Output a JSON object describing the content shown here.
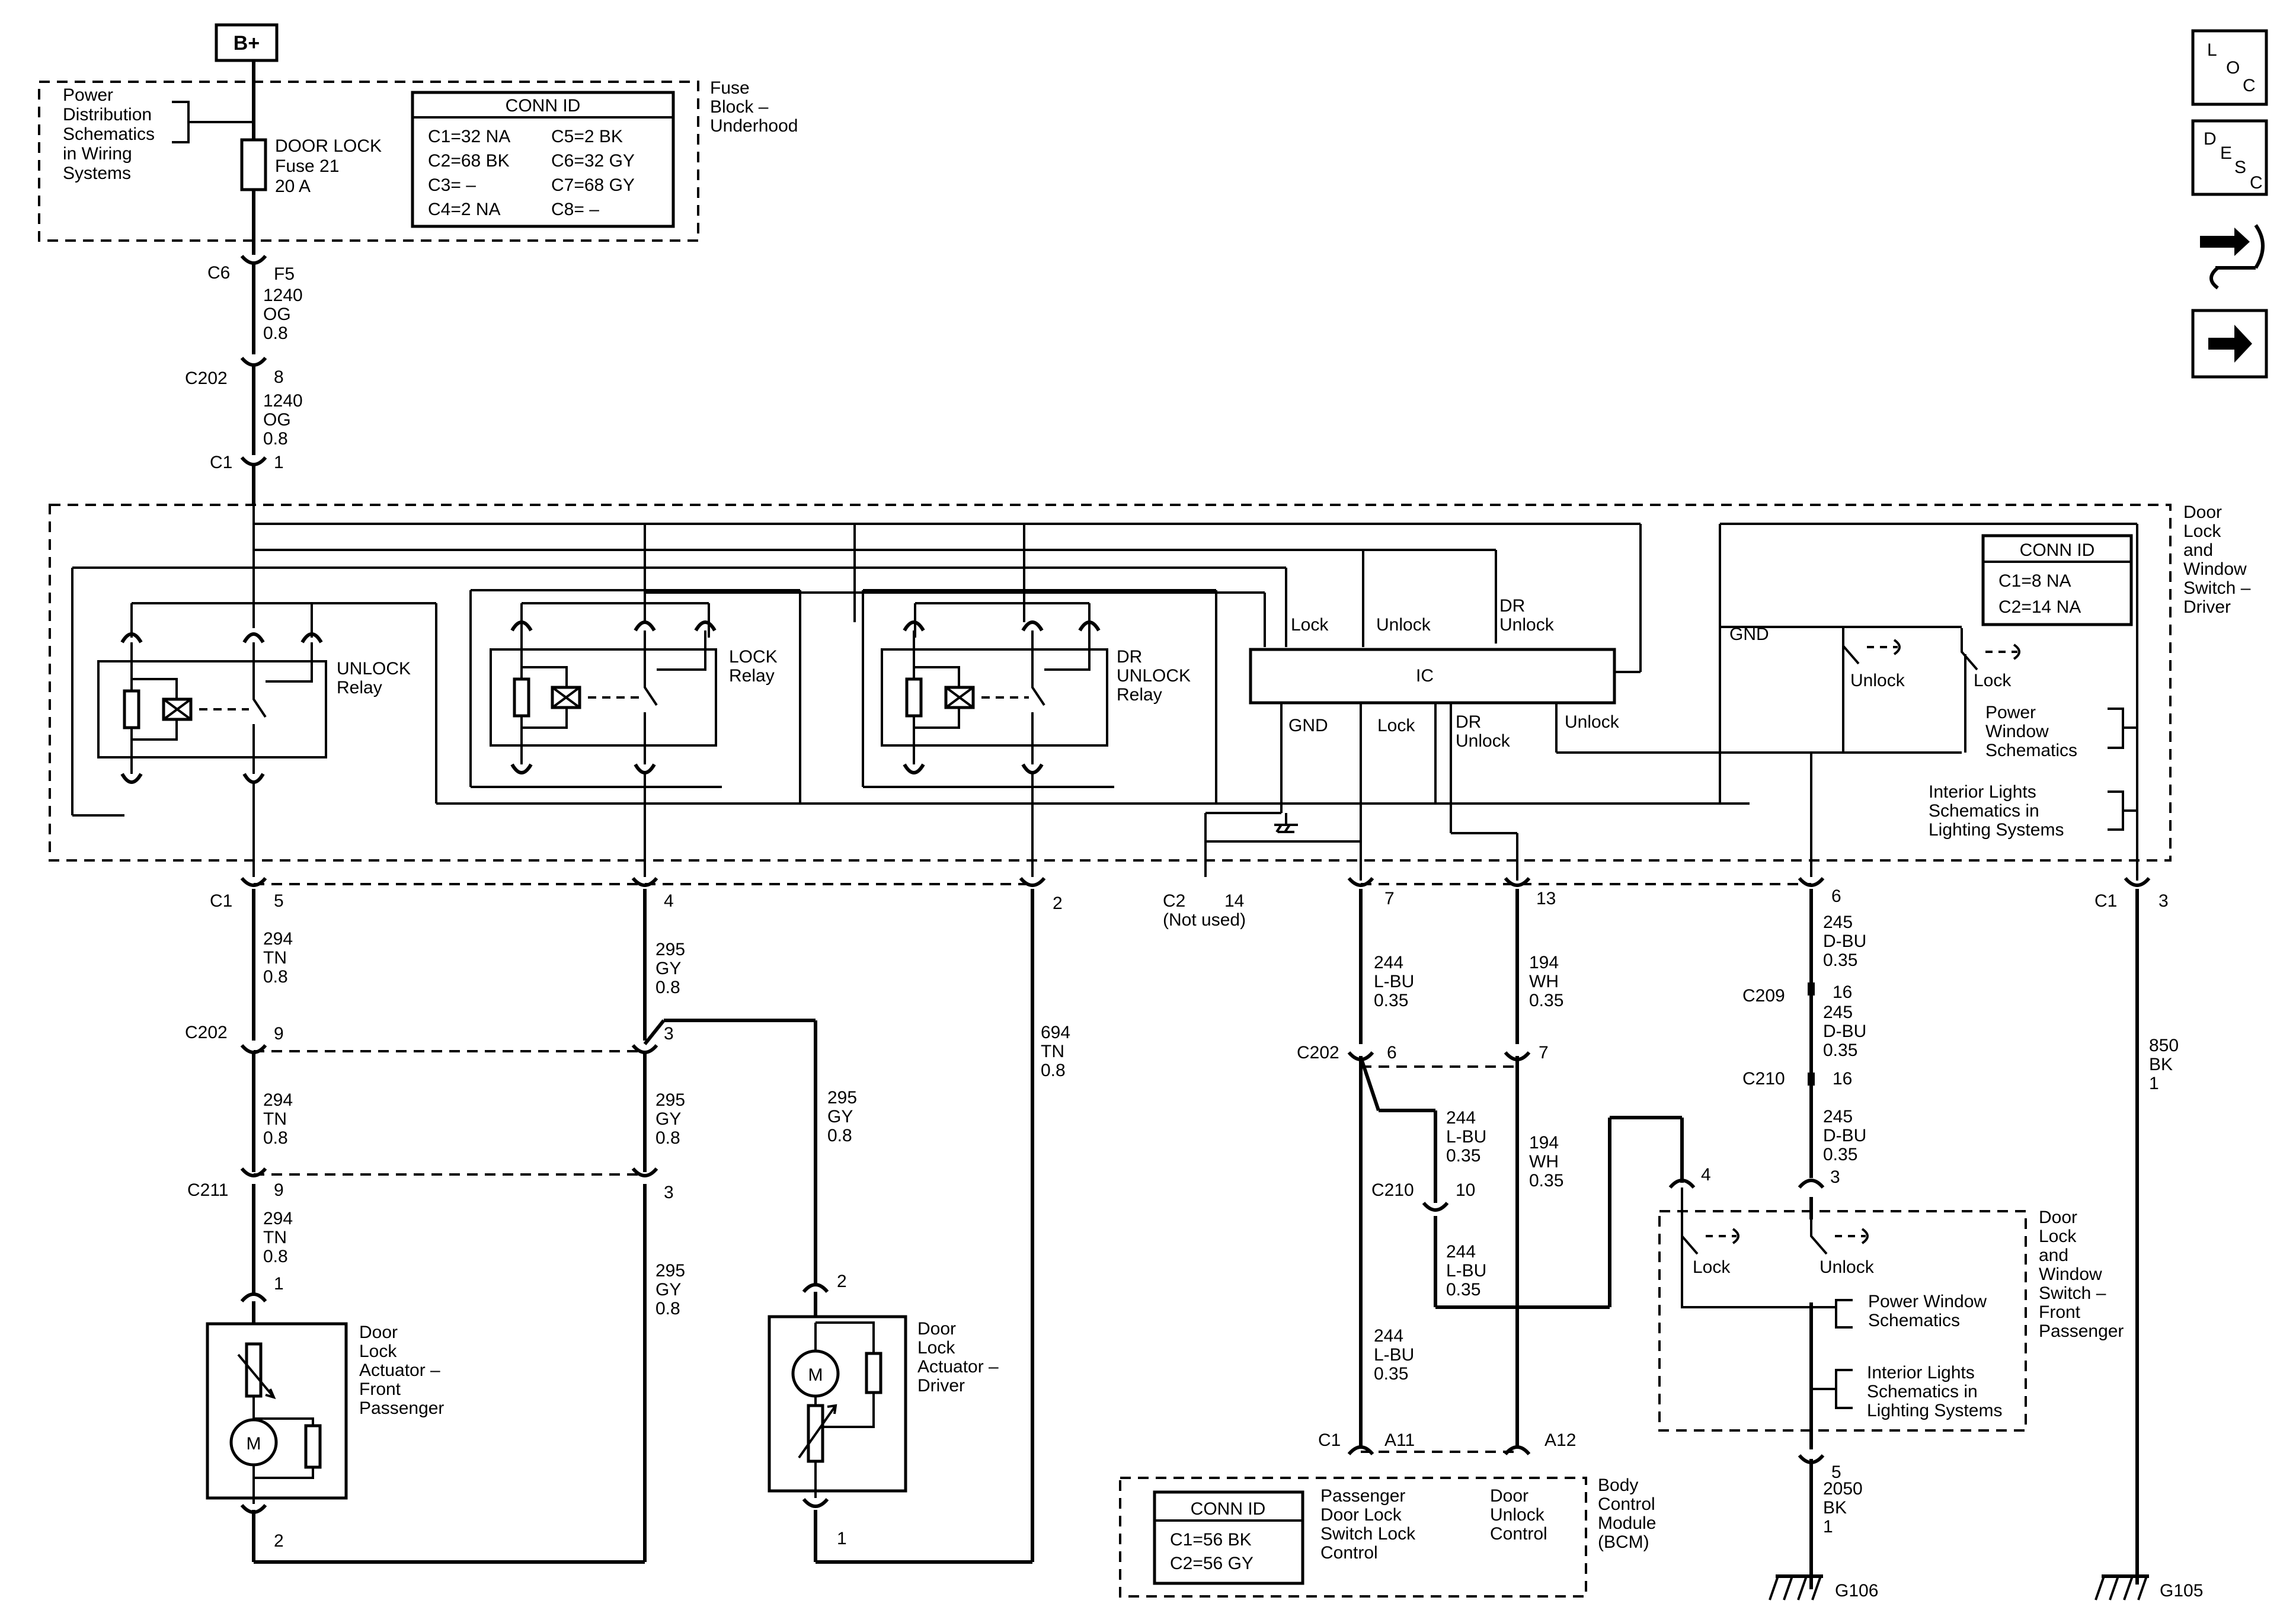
{
  "battery": "B+",
  "fuse_block": {
    "power_dist_note": [
      "Power",
      "Distribution",
      "Schematics",
      "in Wiring",
      "Systems"
    ],
    "fuse": [
      "DOOR LOCK",
      "Fuse 21",
      "20 A"
    ],
    "name": [
      "Fuse",
      "Block –",
      "Underhood"
    ],
    "conn_title": "CONN ID",
    "conn_rows": [
      [
        "C1=32 NA",
        "C5=2 BK"
      ],
      [
        "C2=68 BK",
        "C6=32 GY"
      ],
      [
        "C3= –",
        "C7=68 GY"
      ],
      [
        "C4=2 NA",
        "C8= –"
      ]
    ]
  },
  "feed_wires": {
    "c6": "C6",
    "f5": "F5",
    "w1": [
      "1240",
      "OG",
      "0.8"
    ],
    "c202": "C202",
    "c202_pin": "8",
    "w2": [
      "1240",
      "OG",
      "0.8"
    ],
    "c1": "C1",
    "c1_pin": "1"
  },
  "driver_switch": {
    "name": [
      "Door",
      "Lock",
      "and",
      "Window",
      "Switch –",
      "Driver"
    ],
    "unlock_relay": [
      "UNLOCK",
      "Relay"
    ],
    "lock_relay": [
      "LOCK",
      "Relay"
    ],
    "dr_unlock_relay": [
      "DR",
      "UNLOCK",
      "Relay"
    ],
    "ic": "IC",
    "ic_top": [
      "Lock",
      "Unlock",
      "DR",
      "Unlock"
    ],
    "ic_bottom": [
      "GND",
      "Lock",
      "DR",
      "Unlock",
      "Unlock"
    ],
    "gnd": "GND",
    "sw_unlock": "Unlock",
    "sw_lock": "Lock",
    "power_window": [
      "Power",
      "Window",
      "Schematics"
    ],
    "interior": [
      "Interior Lights",
      "Schematics in",
      "Lighting Systems"
    ],
    "conn_title": "CONN ID",
    "conn_rows": [
      "C1=8 NA",
      "C2=14 NA"
    ]
  },
  "bottom_pins": {
    "c1_left": "C1",
    "p5": "5",
    "p4": "4",
    "p2": "2",
    "c2": "C2",
    "c2_note": "(Not used)",
    "p14": "14",
    "p7": "7",
    "p13": "13",
    "p6": "6",
    "c1_right": "C1",
    "p3": "3"
  },
  "wires": {
    "w294a": [
      "294",
      "TN",
      "0.8"
    ],
    "w295a": [
      "295",
      "GY",
      "0.8"
    ],
    "w694": [
      "694",
      "TN",
      "0.8"
    ],
    "w244a": [
      "244",
      "L-BU",
      "0.35"
    ],
    "w194a": [
      "194",
      "WH",
      "0.35"
    ],
    "w245a": [
      "245",
      "D-BU",
      "0.35"
    ],
    "w850": [
      "850",
      "BK",
      "1"
    ],
    "c202b": "C202",
    "p9": "9",
    "p3b": "3",
    "w294b": [
      "294",
      "TN",
      "0.8"
    ],
    "w295b": [
      "295",
      "GY",
      "0.8"
    ],
    "w295c": [
      "295",
      "GY",
      "0.8"
    ],
    "c211": "C211",
    "p9b": "9",
    "p3c": "3",
    "w294c": [
      "294",
      "TN",
      "0.8"
    ],
    "w295d": [
      "295",
      "GY",
      "0.8"
    ],
    "c202c": "C202",
    "p6b": "6",
    "p7b": "7",
    "w244b": [
      "244",
      "L-BU",
      "0.35"
    ],
    "w194b": [
      "194",
      "WH",
      "0.35"
    ],
    "c210a": "C210",
    "p10": "10",
    "w244c": [
      "244",
      "L-BU",
      "0.35"
    ],
    "w244d": [
      "244",
      "L-BU",
      "0.35"
    ],
    "c209": "C209",
    "p16a": "16",
    "w245b": [
      "245",
      "D-BU",
      "0.35"
    ],
    "c210b": "C210",
    "p16b": "16",
    "w245c": [
      "245",
      "D-BU",
      "0.35"
    ],
    "p3d": "3",
    "p4b": "4"
  },
  "actuators": {
    "front_pass": [
      "Door",
      "Lock",
      "Actuator –",
      "Front",
      "Passenger"
    ],
    "driver": [
      "Door",
      "Lock",
      "Actuator –",
      "Driver"
    ],
    "motor": "M",
    "p1": "1",
    "p2": "2",
    "pd2": "2",
    "pd1": "1"
  },
  "passenger_switch": {
    "name": [
      "Door",
      "Lock",
      "and",
      "Window",
      "Switch –",
      "Front",
      "Passenger"
    ],
    "lock": "Lock",
    "unlock": "Unlock",
    "power_window": [
      "Power Window",
      "Schematics"
    ],
    "interior": [
      "Interior Lights",
      "Schematics in",
      "Lighting Systems"
    ]
  },
  "bcm": {
    "c1": "C1",
    "a11": "A11",
    "a12": "A12",
    "conn_title": "CONN ID",
    "conn_rows": [
      "C1=56 BK",
      "C2=56 GY"
    ],
    "pass_ctrl": [
      "Passenger",
      "Door Lock",
      "Switch Lock",
      "Control"
    ],
    "door_unlock": [
      "Door",
      "Unlock",
      "Control"
    ],
    "name": [
      "Body",
      "Control",
      "Module",
      "(BCM)"
    ]
  },
  "grounds": {
    "p5": "5",
    "w2050": [
      "2050",
      "BK",
      "1"
    ],
    "g106": "G106",
    "g105": "G105"
  },
  "nav": {
    "loc": [
      "L",
      "O",
      "C"
    ],
    "desc": [
      "D",
      "E",
      "S",
      "C"
    ]
  }
}
